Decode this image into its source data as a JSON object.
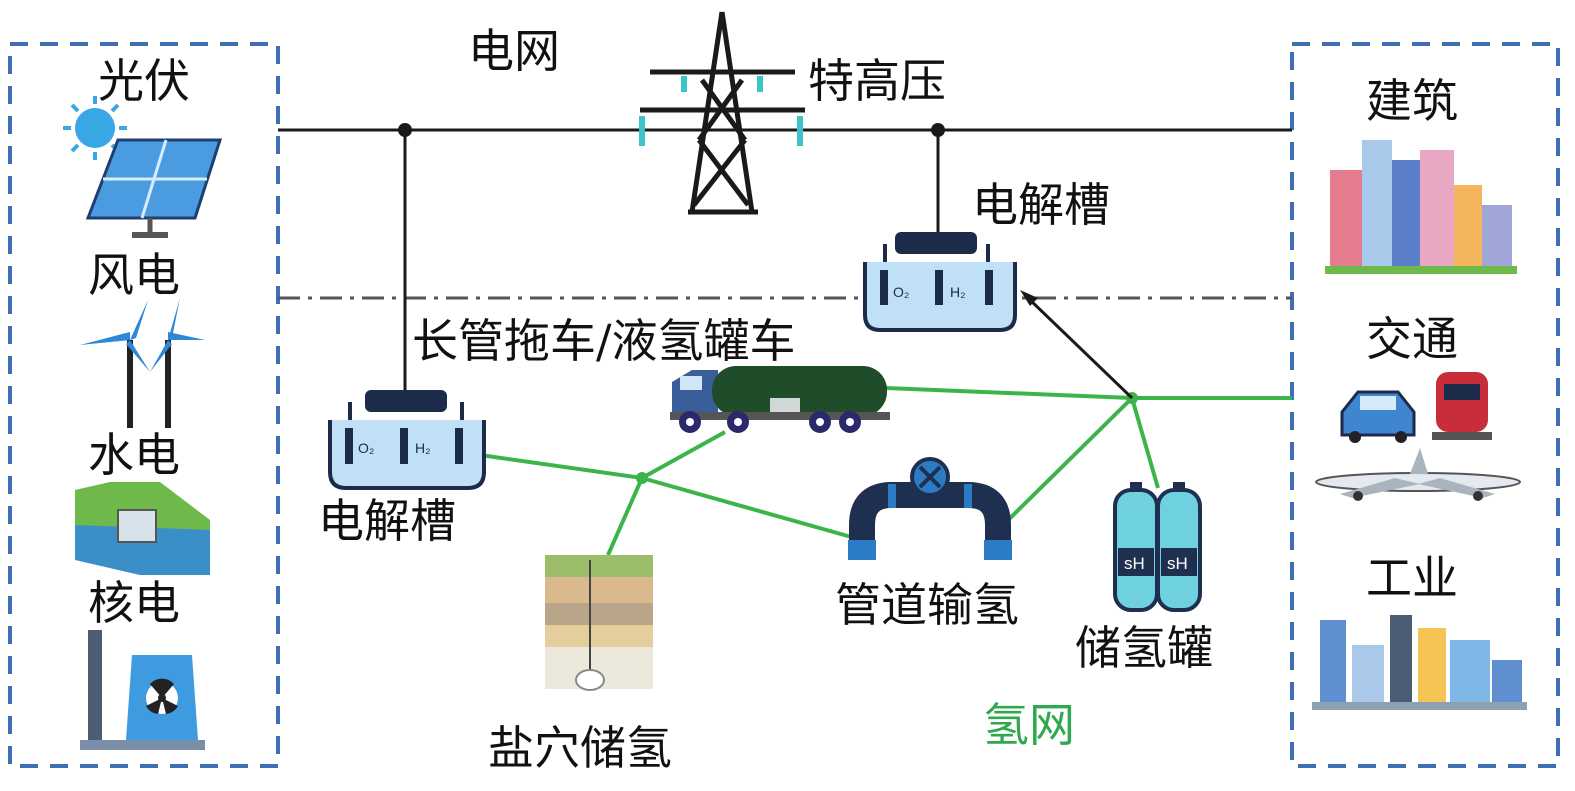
{
  "grid_label": "电网",
  "uhv_label": "特高压",
  "hydrogen_net_label": "氢网",
  "sources": {
    "solar": "光伏",
    "wind": "风电",
    "hydro": "水电",
    "nuclear": "核电"
  },
  "loads": {
    "building": "建筑",
    "transport": "交通",
    "industry": "工业"
  },
  "electrolyzer_top": {
    "label": "电解槽",
    "o2": "O₂",
    "h2": "H₂"
  },
  "electrolyzer_left": {
    "label": "电解槽",
    "o2": "O₂",
    "h2": "H₂"
  },
  "truck_label": "长管拖车/液氢罐车",
  "pipeline_label": "管道输氢",
  "tank_label": "储氢罐",
  "tank_marks": [
    "sH",
    "sH"
  ],
  "salt_cavern_label": "盐穴储氢",
  "colors": {
    "power_line": "#1a1a1a",
    "hydrogen_line": "#3bb54a",
    "box_border": "#3f6fb5",
    "electrolyzer_fill": "#bfe0f5",
    "electrolyzer_cap": "#1d2b4a",
    "pipe": "#1f2f4f"
  }
}
